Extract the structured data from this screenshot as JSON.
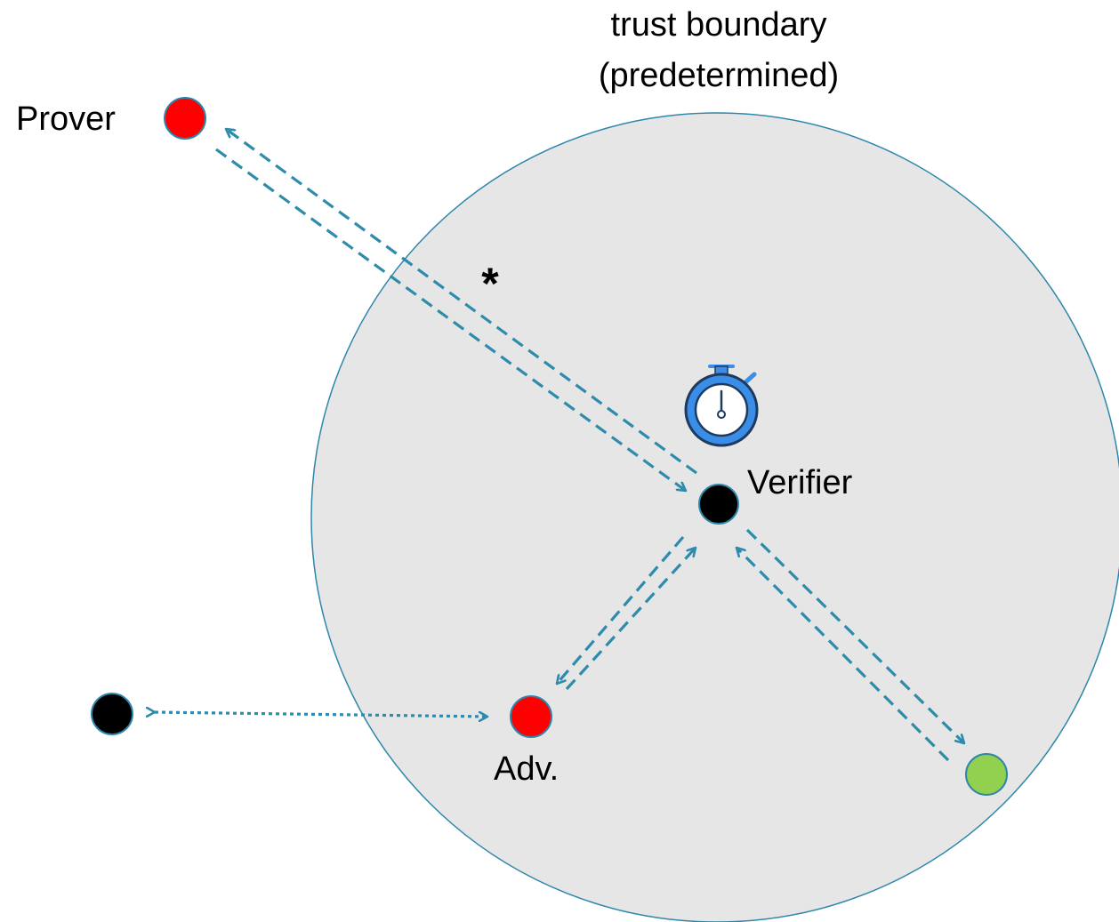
{
  "boundary": {
    "label_line1": "trust boundary",
    "label_line2": "(predetermined)",
    "fill": "#e6e6e6",
    "stroke": "#2e86ab"
  },
  "nodes": {
    "prover": {
      "label": "Prover",
      "color": "#ff0000"
    },
    "verifier": {
      "label": "Verifier",
      "color": "#000000"
    },
    "adversary": {
      "label": "Adv.",
      "color": "#ff0000"
    },
    "external": {
      "color": "#000000"
    },
    "trusted": {
      "color": "#92d050"
    }
  },
  "annotations": {
    "asterisk": "*"
  },
  "colors": {
    "link": "#2e8bab",
    "timer": "#3b8ee8"
  },
  "icons": {
    "timer": "stopwatch-icon"
  }
}
